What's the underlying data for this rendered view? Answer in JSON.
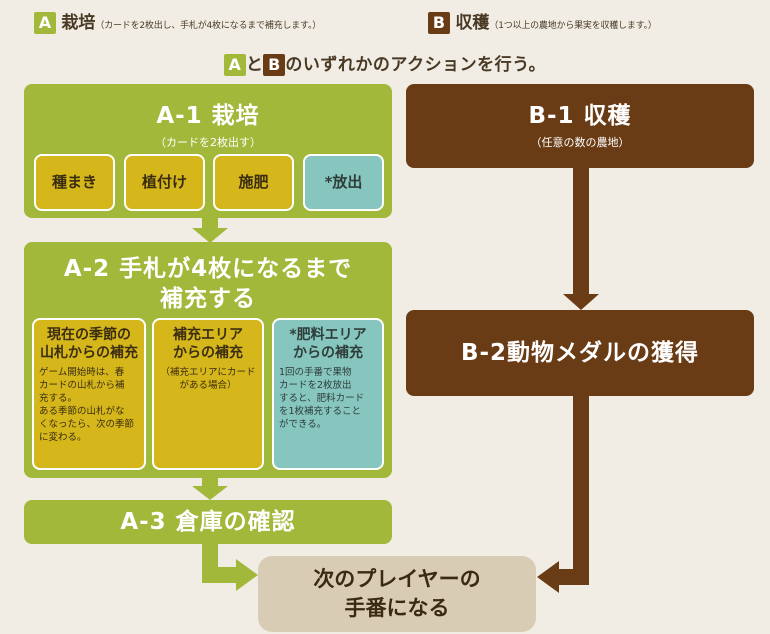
{
  "header": {
    "a_badge": "A",
    "a_title": "栽培",
    "a_note": "（カードを2枚出し、手札が4枚になるまで補充します。）",
    "b_badge": "B",
    "b_title": "収穫",
    "b_note": "（1つ以上の農地から果実を収穫します。）",
    "subtitle_badge_a": "A",
    "subtitle_mid": "と",
    "subtitle_badge_b": "B",
    "subtitle_rest": "のいずれかのアクションを行う。"
  },
  "a1": {
    "title": "A-1 栽培",
    "note": "（カードを2枚出す）",
    "chips": [
      "種まき",
      "植付け",
      "施肥",
      "*放出"
    ]
  },
  "a2": {
    "title_line1": "A-2 手札が4枚になるまで",
    "title_line2": "補充する",
    "card1": {
      "head1": "現在の季節の",
      "head2": "山札からの補充",
      "body": [
        "ゲーム開始時は、春",
        "カードの山札から補",
        "充する。",
        "ある季節の山札がな",
        "くなったら、次の季節",
        "に変わる。"
      ]
    },
    "card2": {
      "head1": "補充エリア",
      "head2": "からの補充",
      "body": [
        "（補充エリアにカード",
        "がある場合）"
      ]
    },
    "card3": {
      "head1": "*肥料エリア",
      "head2": "からの補充",
      "body": [
        "1回の手番で果物",
        "カードを2枚放出",
        "すると、肥料カード",
        "を1枚補充すること",
        "ができる。"
      ]
    }
  },
  "a3": {
    "title": "A-3 倉庫の確認"
  },
  "b1": {
    "title": "B-1 収穫",
    "note": "（任意の数の農地）"
  },
  "b2": {
    "title": "B-2動物メダルの獲得"
  },
  "end": {
    "line1": "次のプレイヤーの",
    "line2": "手番になる"
  },
  "colors": {
    "green": "#a2b83a",
    "brown": "#6a3c16",
    "yellow": "#d6b71b",
    "teal": "#86c6bf",
    "tan": "#d8cdb4",
    "background": "#f1ede5"
  }
}
